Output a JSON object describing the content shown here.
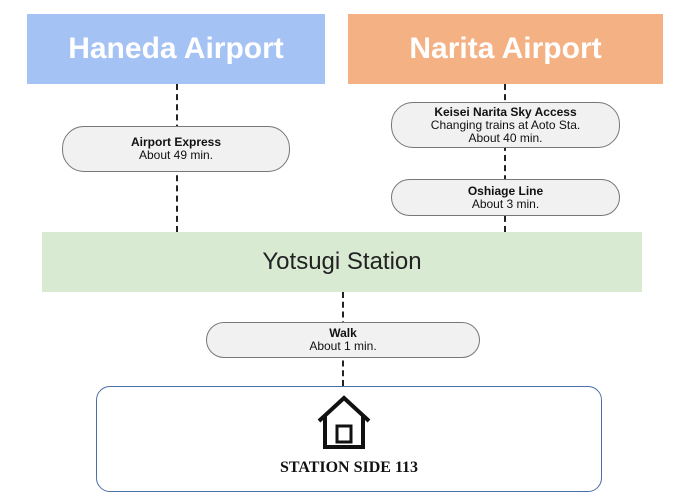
{
  "colors": {
    "haneda_box": "#a4c2f4",
    "narita_box": "#f4b183",
    "station_bar": "#d9ead3"
  },
  "airports": {
    "haneda": "Haneda Airport",
    "narita": "Narita Airport"
  },
  "routes": {
    "airport_express": {
      "name": "Airport Express",
      "time": "About 49 min."
    },
    "keisei": {
      "name": "Keisei Narita Sky Access",
      "note": "Changing trains at Aoto Sta.",
      "time": "About 40 min."
    },
    "oshiage": {
      "name": "Oshiage Line",
      "time": "About 3 min."
    },
    "walk": {
      "name": "Walk",
      "time": "About 1 min."
    }
  },
  "station": "Yotsugi Station",
  "destination": {
    "name": "STATION SIDE 113",
    "icon": "house-icon"
  }
}
